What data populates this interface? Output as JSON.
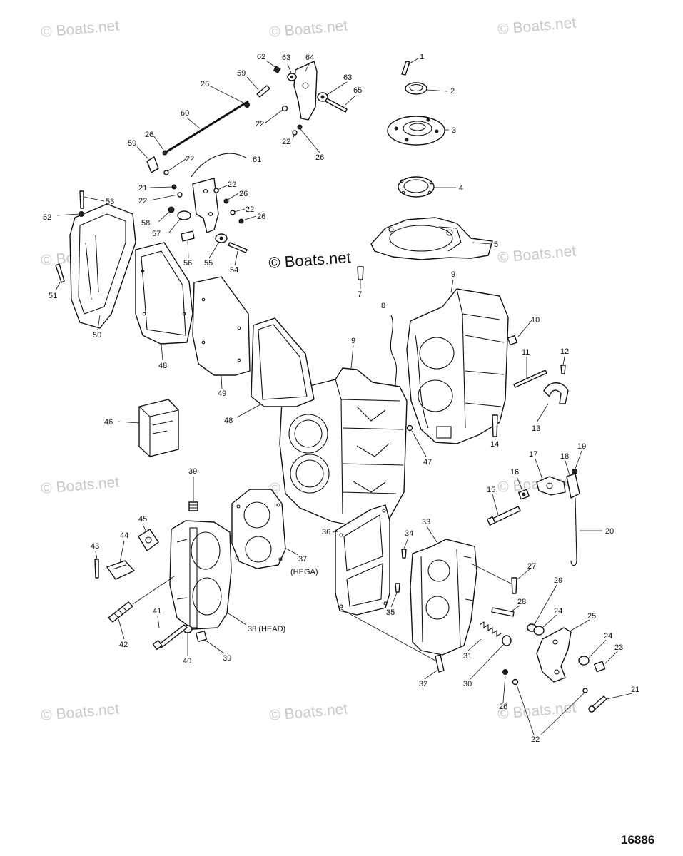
{
  "watermark": "© Boats.net",
  "site_label": "© Boats.net",
  "figure_number": "16886",
  "callouts": [
    "1",
    "2",
    "3",
    "4",
    "5",
    "7",
    "8",
    "9",
    "9",
    "10",
    "11",
    "12",
    "13",
    "14",
    "47",
    "15",
    "16",
    "17",
    "18",
    "19",
    "20",
    "33",
    "34",
    "35",
    "36",
    "27",
    "28",
    "29",
    "24",
    "25",
    "24",
    "23",
    "21",
    "31",
    "30",
    "26",
    "22",
    "32",
    "37",
    "(HEGA)",
    "38 (HEAD)",
    "39",
    "39",
    "40",
    "41",
    "42",
    "43",
    "44",
    "45",
    "46",
    "48",
    "49",
    "48",
    "50",
    "51",
    "52",
    "53",
    "58",
    "57",
    "56",
    "55",
    "54",
    "21",
    "22",
    "22",
    "22",
    "26",
    "22",
    "26",
    "59",
    "26",
    "60",
    "61",
    "26",
    "59",
    "62",
    "63",
    "64",
    "63",
    "65",
    "22",
    "22",
    "26"
  ]
}
